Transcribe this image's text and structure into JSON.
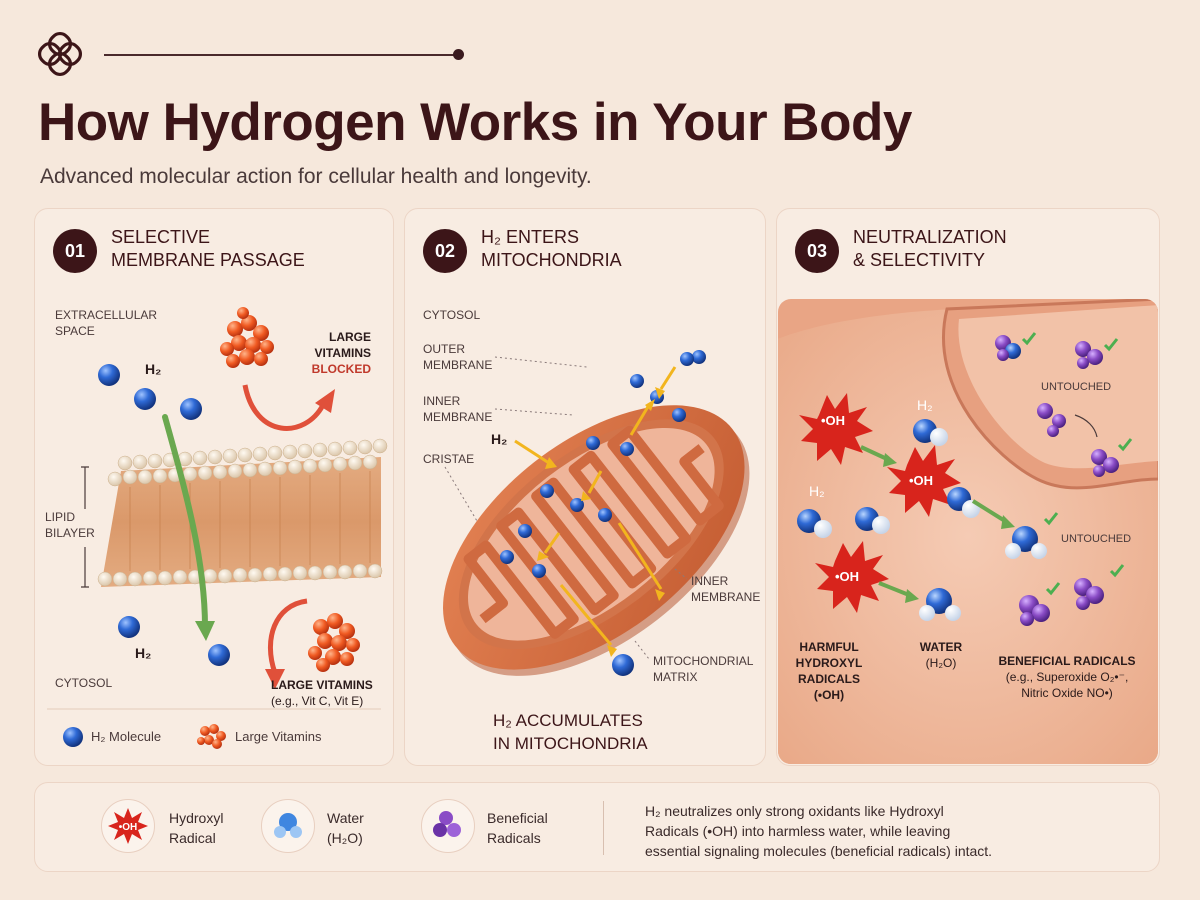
{
  "header": {
    "title": "How Hydrogen Works in Your Body",
    "subtitle": "Advanced molecular action for cellular health and longevity."
  },
  "panels": [
    {
      "number": "01",
      "title_line1": "SELECTIVE",
      "title_line2": "MEMBRANE PASSAGE",
      "labels": {
        "extracellular_1": "EXTRACELLULAR",
        "extracellular_2": "SPACE",
        "h2_top": "H₂",
        "large_vitamins_1": "LARGE",
        "large_vitamins_2": "VITAMINS",
        "blocked": "BLOCKED",
        "lipid_1": "LIPID",
        "lipid_2": "BILAYER",
        "h2_bottom": "H₂",
        "cytosol": "CYTOSOL",
        "vitamins_bottom_1": "LARGE VITAMINS",
        "vitamins_bottom_2": "(e.g., Vit C, Vit E)"
      },
      "legend": {
        "h2": "H₂ Molecule",
        "vitamins": "Large Vitamins"
      }
    },
    {
      "number": "02",
      "title_line1": "H₂ ENTERS",
      "title_line2": "MITOCHONDRIA",
      "labels": {
        "cytosol": "CYTOSOL",
        "outer_1": "OUTER",
        "outer_2": "MEMBRANE",
        "inner_1": "INNER",
        "inner_2": "MEMBRANE",
        "h2": "H₂",
        "cristae": "CRISTAE",
        "inner_r_1": "INNER",
        "inner_r_2": "MEMBRANE",
        "matrix_1": "MITOCHONDRIAL",
        "matrix_2": "MATRIX"
      },
      "caption_line1": "H₂ ACCUMULATES",
      "caption_line2": "IN MITOCHONDRIA"
    },
    {
      "number": "03",
      "title_line1": "NEUTRALIZATION",
      "title_line2": "& SELECTIVITY",
      "labels": {
        "untouched_1": "UNTOUCHED",
        "h2_top": "H₂",
        "oh_1": "•OH",
        "oh_2": "•OH",
        "oh_3": "•OH",
        "h2_left": "H₂",
        "untouched_2": "UNTOUCHED",
        "harmful_1": "HARMFUL",
        "harmful_2": "HYDROXYL",
        "harmful_3": "RADICALS",
        "harmful_4": "(•OH)",
        "water_1": "WATER",
        "water_2": "(H₂O)",
        "beneficial_1": "BENEFICIAL RADICALS",
        "beneficial_2": "(e.g., Superoxide O₂•⁻,",
        "beneficial_3": "Nitric Oxide NO•)"
      }
    }
  ],
  "footer": {
    "hydroxyl_icon": "•OH",
    "hydroxyl_1": "Hydroxyl",
    "hydroxyl_2": "Radical",
    "water_1": "Water",
    "water_2": "(H₂O)",
    "beneficial_1": "Beneficial",
    "beneficial_2": "Radicals",
    "text_1": "H₂ neutralizes only strong oxidants like Hydroxyl",
    "text_2": "Radicals (•OH) into harmless water, while leaving",
    "text_3": "essential signaling molecules (beneficial radicals) intact."
  },
  "colors": {
    "dark": "#3c1518",
    "h2_blue": "#2c5fc4",
    "vitamin_orange": "#ef5a24",
    "radical_red": "#d8241c",
    "beneficial_purple": "#8a4cc6",
    "check_green": "#4caf50"
  },
  "icons": [
    "logo-icon",
    "h2-molecule-icon",
    "vitamin-cluster-icon",
    "hydroxyl-radical-icon",
    "water-molecule-icon",
    "beneficial-radical-icon",
    "checkmark-icon"
  ]
}
